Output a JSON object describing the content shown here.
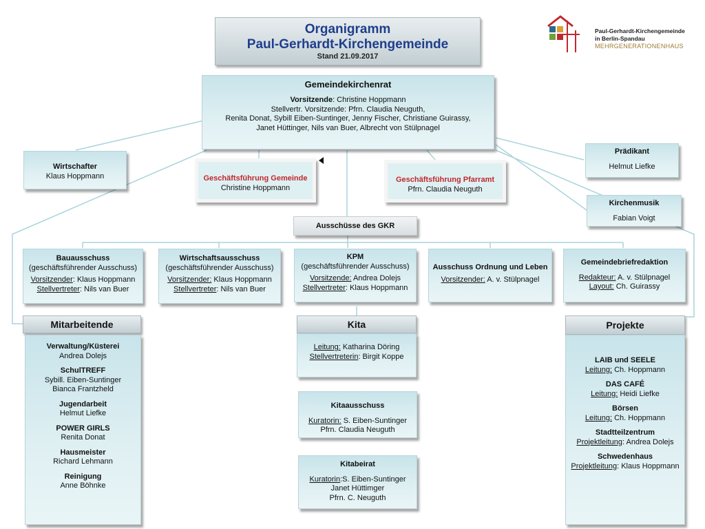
{
  "title": {
    "line1": "Organigramm",
    "line2": "Paul-Gerhardt-Kirchengemeinde",
    "stand": "Stand 21.09.2017"
  },
  "logo": {
    "icon": "church-house-icon",
    "line1": "Paul-Gerhardt-Kirchengemeinde",
    "line2": "in Berlin-Spandau",
    "line3": "MEHRGENERATIONENHAUS"
  },
  "gkr": {
    "title": "Gemeindekirchenrat",
    "vors_label": "Vorsitzende",
    "vors_value": ": Christine Hoppmann",
    "stellv": "Stellvertr. Vorsitzende:  Pfrn. Claudia Neuguth,",
    "members1": "Renita Donat, Sybill Eiben-Suntinger, Jenny Fischer, Christiane Guirassy,",
    "members2": "Janet Hüttinger, Nils van Buer, Albrecht von Stülpnagel"
  },
  "wirtschafter": {
    "title": "Wirtschafter",
    "name": "Klaus Hoppmann"
  },
  "gf_gemeinde": {
    "title": "Geschäftsführung Gemeinde",
    "name": "Christine Hoppmann"
  },
  "gf_pfarramt": {
    "title": "Geschäftsführung Pfarramt",
    "name": "Pfrn. Claudia Neuguth"
  },
  "praedikant": {
    "title": "Prädikant",
    "name": "Helmut Liefke"
  },
  "kirchenmusik": {
    "title": "Kirchenmusik",
    "name": "Fabian Voigt"
  },
  "ausschuesse": {
    "title": "Ausschüsse des GKR"
  },
  "committees": {
    "bau": {
      "title": "Bauausschuss",
      "sub": "(geschäftsführender Ausschuss)",
      "vors_label": "Vorsitzender",
      "vors_value": ": Klaus Hoppmann",
      "stellv_label": "Stellvertreter",
      "stellv_value": ": Nils van Buer"
    },
    "wirtschaft": {
      "title": "Wirtschaftsausschuss",
      "sub": "(geschäftsführender Ausschuss)",
      "vors_label": "Vorsitzender:",
      "vors_value": "  Klaus Hoppmann",
      "stellv_label": "Stellvertreter",
      "stellv_value": ": Nils van Buer"
    },
    "kpm": {
      "title": "KPM",
      "sub": "(geschäftsführender Ausschuss)",
      "vors_label": "Vorsitzende:",
      "vors_value": "  Andrea Dolejs",
      "stellv_label": "Stellvertreter",
      "stellv_value": ": Klaus Hoppmann"
    },
    "ordnung": {
      "title": "Ausschuss Ordnung und Leben",
      "vors_label": "Vorsitzender:",
      "vors_value": " A. v. Stülpnagel"
    },
    "brief": {
      "title": "Gemeindebriefredaktion",
      "red_label": "Redakteur:",
      "red_value": " A. v. Stülpnagel",
      "lay_label": "Layout:",
      "lay_value": " Ch. Guirassy"
    }
  },
  "mitarbeitende": {
    "header": "Mitarbeitende",
    "items": [
      {
        "title": "Verwaltung/Küsterei",
        "lines": [
          "Andrea Dolejs"
        ]
      },
      {
        "title": "SchulTREFF",
        "lines": [
          "Sybill. Eiben-Suntinger",
          "Bianca Frantzheld"
        ]
      },
      {
        "title": "Jugendarbeit",
        "lines": [
          "Helmut  Liefke"
        ]
      },
      {
        "title": "POWER GIRLS",
        "lines": [
          "Renita Donat"
        ]
      },
      {
        "title": "Hausmeister",
        "lines": [
          "Richard Lehmann"
        ]
      },
      {
        "title": "Reinigung",
        "lines": [
          "Anne Böhnke"
        ]
      }
    ]
  },
  "kita": {
    "header": "Kita",
    "leitung_label": "Leitung:",
    "leitung_value": " Katharina Döring",
    "stellv_label": "Stellvertreterin",
    "stellv_value": ": Birgit Koppe"
  },
  "kitaausschuss": {
    "title": "Kitaausschuss",
    "kur_label": "Kuratorin:",
    "kur_value": " S. Eiben-Suntinger",
    "line2": "Pfrn. Claudia Neuguth"
  },
  "kitabeirat": {
    "title": "Kitabeirat",
    "kur_label": "Kuratorin",
    "kur_value": ":S. Eiben-Suntinger",
    "line2": "Janet Hüttimger",
    "line3": "Pfrn. C. Neuguth"
  },
  "projekte": {
    "header": "Projekte",
    "items": [
      {
        "title": "LAIB und SEELE",
        "label": "Leitung:",
        "value": " Ch. Hoppmann"
      },
      {
        "title": "DAS CAFÉ",
        "label": "Leitung:",
        "value": " Heidi Liefke"
      },
      {
        "title": "Börsen",
        "label": "Leitung:",
        "value": " Ch. Hoppmann"
      },
      {
        "title": "Stadtteilzentrum",
        "label": "Projektleitung",
        "value": ": Andrea Dolejs"
      },
      {
        "title": "Schwedenhaus",
        "label": "Projektleitung",
        "value": ": Klaus Hoppmann"
      }
    ]
  },
  "colors": {
    "box_fill": "#d6ecf0",
    "connector": "#a9d3dc",
    "header_fill": "#c8d3d8",
    "title_blue": "#1f3e8c",
    "red_title": "#c0282d"
  }
}
